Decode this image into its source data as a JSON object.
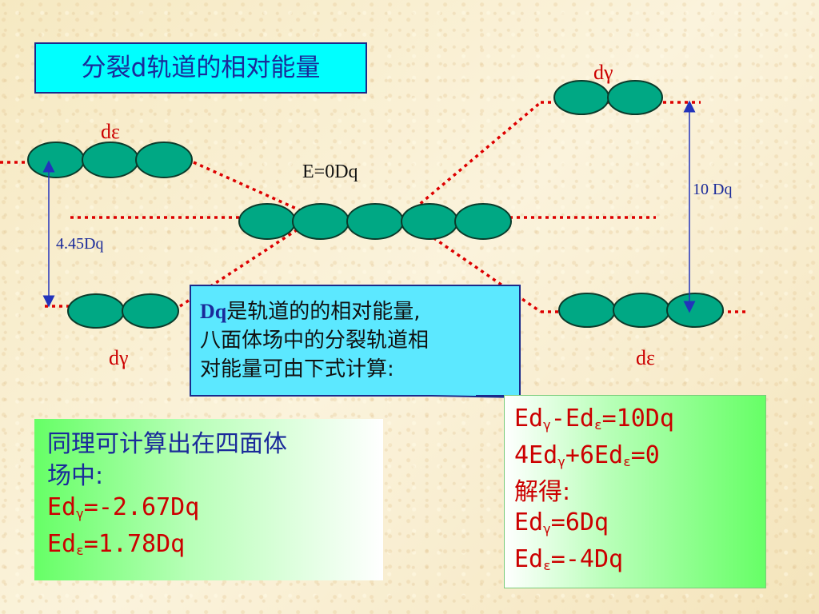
{
  "title": "分裂d轨道的相对能量",
  "labels": {
    "oct_deps": "dε",
    "oct_dgamma": "dγ",
    "tet_dgamma": "dγ",
    "tet_deps": "dε",
    "zero": "E=0Dq",
    "gap_oct": "10 Dq",
    "gap_tet": "4.45Dq"
  },
  "callout": {
    "bold": "Dq",
    "line1_rest": "是轨道的的相对能量,",
    "line2": "八面体场中的分裂轨道相",
    "line3": "对能量可由下式计算:"
  },
  "tetrahedral": {
    "line1": "同理可计算出在四面体",
    "line2": "场中:",
    "eq1_pre": "Ed",
    "eq1_sub": "γ",
    "eq1_post": "=-2.67Dq",
    "eq2_pre": "Ed",
    "eq2_sub": "ε",
    "eq2_post": "=1.78Dq"
  },
  "octahedral": {
    "eq1_a": "Ed",
    "eq1_sub1": "γ",
    "eq1_b": "-Ed",
    "eq1_sub2": "ε",
    "eq1_c": "=10Dq",
    "eq2_a": "4Ed",
    "eq2_sub1": "γ",
    "eq2_b": "+6Ed",
    "eq2_sub2": "ε",
    "eq2_c": "=0",
    "solve": "解得:",
    "eq3_pre": "Ed",
    "eq3_sub": "γ",
    "eq3_post": "=6Dq",
    "eq4_pre": "Ed",
    "eq4_sub": "ε",
    "eq4_post": "=-4Dq"
  },
  "colors": {
    "orbital_fill": "#00a884",
    "orbital_stroke": "#0b3b2b",
    "dotted_line": "#dd0000",
    "arrow": "#2233bb",
    "title_bg": "#00ffff",
    "callout_bg": "#5ce8ff"
  }
}
